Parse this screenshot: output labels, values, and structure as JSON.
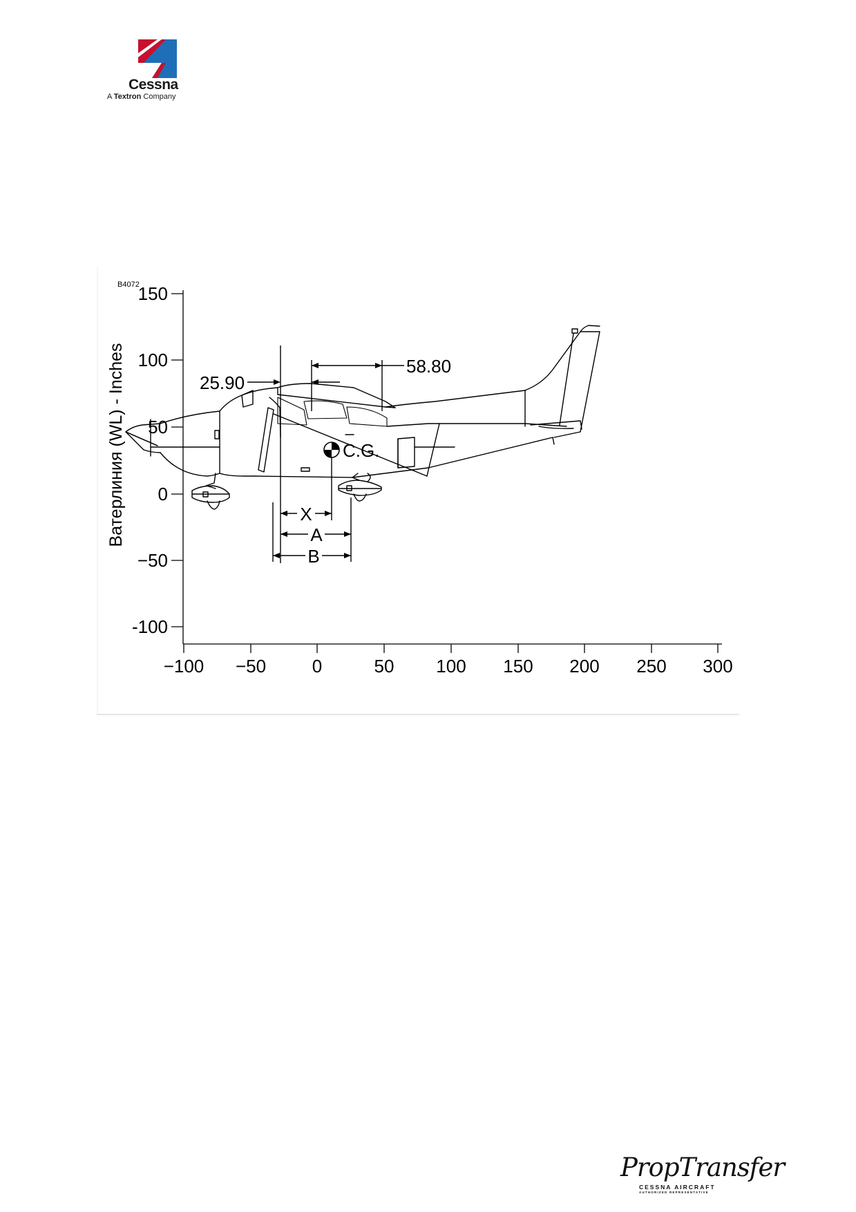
{
  "header": {
    "brand": "Cessna",
    "tagline_prefix": "A ",
    "tagline_bold": "Textron",
    "tagline_suffix": " Company",
    "colors": {
      "red": "#c8102e",
      "blue": "#1e6fb8"
    }
  },
  "figure": {
    "code": "B4072",
    "ylabel": "Ватерлиния (WL) - Inches",
    "x_ticks": [
      "−100",
      "−50",
      "0",
      "50",
      "100",
      "150",
      "200",
      "250",
      "300"
    ],
    "y_ticks": [
      "150",
      "100",
      "50",
      "0",
      "−50",
      "-100"
    ],
    "annotations": {
      "wl_datum": "25.90",
      "dimension": "58.80",
      "cg": "C.G.",
      "x": "X",
      "a": "A",
      "b": "B"
    }
  },
  "footer": {
    "brand": "PropTransfer",
    "line1": "CESSNA AIRCRAFT",
    "line2": "AUTHORIZED REPRESENTATIVE"
  }
}
